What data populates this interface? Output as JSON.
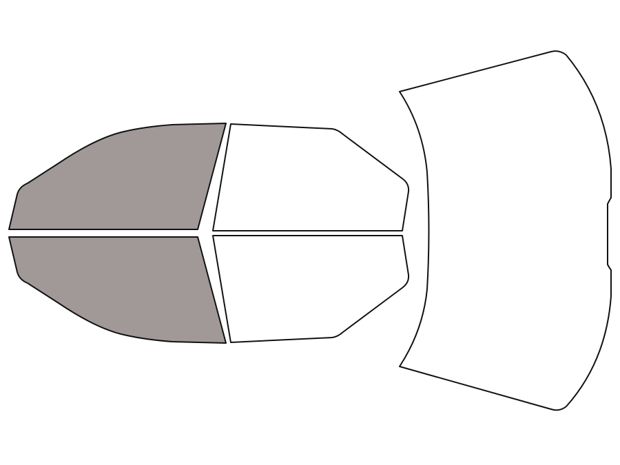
{
  "diagram": {
    "colors": {
      "background": "#ffffff",
      "outline": "#111111",
      "tinted_fill": "#a19898",
      "untinted_fill": "#ffffff"
    },
    "panels": [
      {
        "id": "front-left-window",
        "tinted": true
      },
      {
        "id": "rear-left-window",
        "tinted": false
      },
      {
        "id": "front-right-window",
        "tinted": true
      },
      {
        "id": "rear-right-window",
        "tinted": false
      },
      {
        "id": "rear-windshield",
        "tinted": false
      }
    ]
  }
}
